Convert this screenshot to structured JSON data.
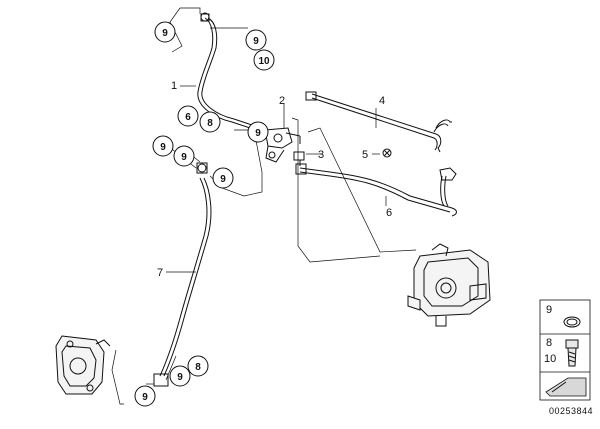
{
  "part_labels": {
    "p1": "1",
    "p2": "2",
    "p3": "3",
    "p4": "4",
    "p5": "5",
    "p6": "6",
    "p7": "7"
  },
  "callouts": {
    "c_top_a": "9",
    "c_top_b": "9",
    "c_top_c": "10",
    "c_mid_a": "6",
    "c_mid_b": "8",
    "c_mid_c": "9",
    "c_left_a": "9",
    "c_left_b": "9",
    "c_left_c": "9",
    "c_bot_a": "9",
    "c_bot_b": "8",
    "c_bot_c": "9"
  },
  "legend": {
    "row1": "9",
    "row2a": "8",
    "row2b": "10"
  },
  "diagram_id": "00253844"
}
